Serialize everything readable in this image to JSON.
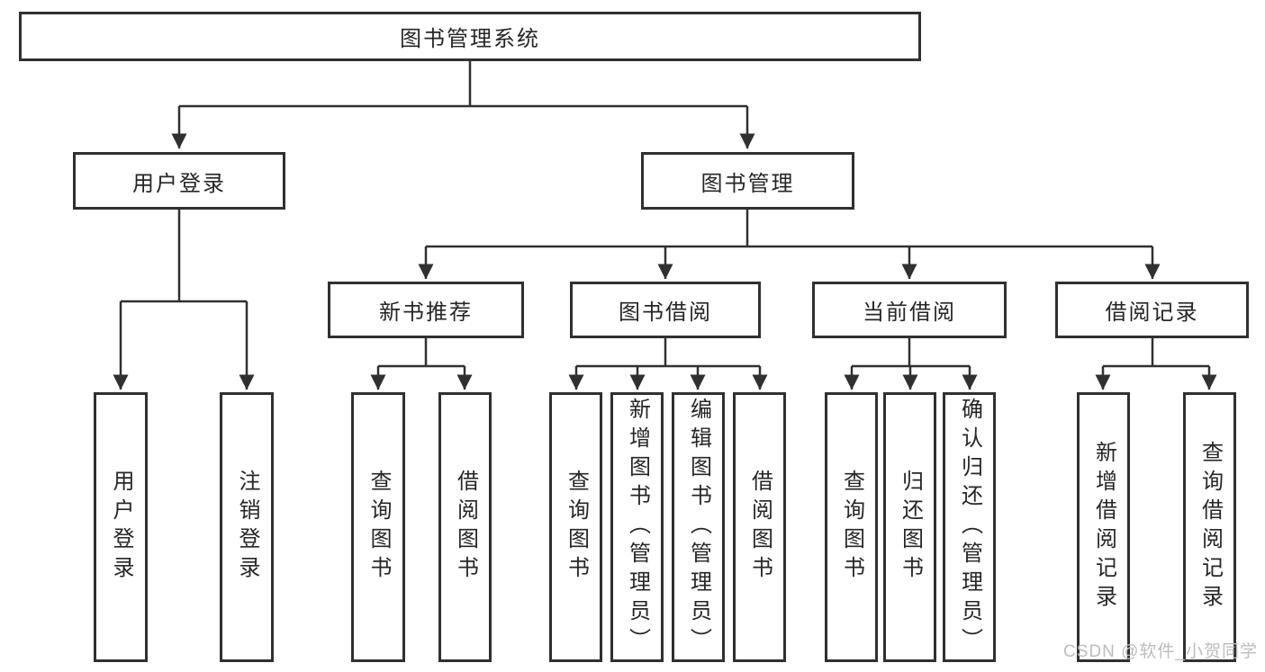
{
  "diagram": {
    "title": "图书管理系统",
    "user_branch": {
      "label": "用户登录",
      "children": [
        "用户登录",
        "注销登录"
      ]
    },
    "management_branch": {
      "label": "图书管理",
      "sections": {
        "new_books": {
          "label": "新书推荐",
          "children": [
            "查询图书",
            "借阅图书"
          ]
        },
        "borrowing": {
          "label": "图书借阅",
          "children": [
            "查询图书",
            "新增图书（管理员）",
            "编辑图书（管理员）",
            "借阅图书"
          ]
        },
        "current": {
          "label": "当前借阅",
          "children": [
            "查询图书",
            "归还图书",
            "确认归还（管理员）"
          ]
        },
        "records": {
          "label": "借阅记录",
          "children": [
            "新增借阅记录",
            "查询借阅记录"
          ]
        }
      }
    }
  },
  "watermark": {
    "text": "CSDN @软件_小贺同学"
  },
  "colors": {
    "line": "#303030",
    "box_border": "#303030",
    "text": "#262626",
    "watermark": "#bdbdbd",
    "background": "#ffffff"
  }
}
